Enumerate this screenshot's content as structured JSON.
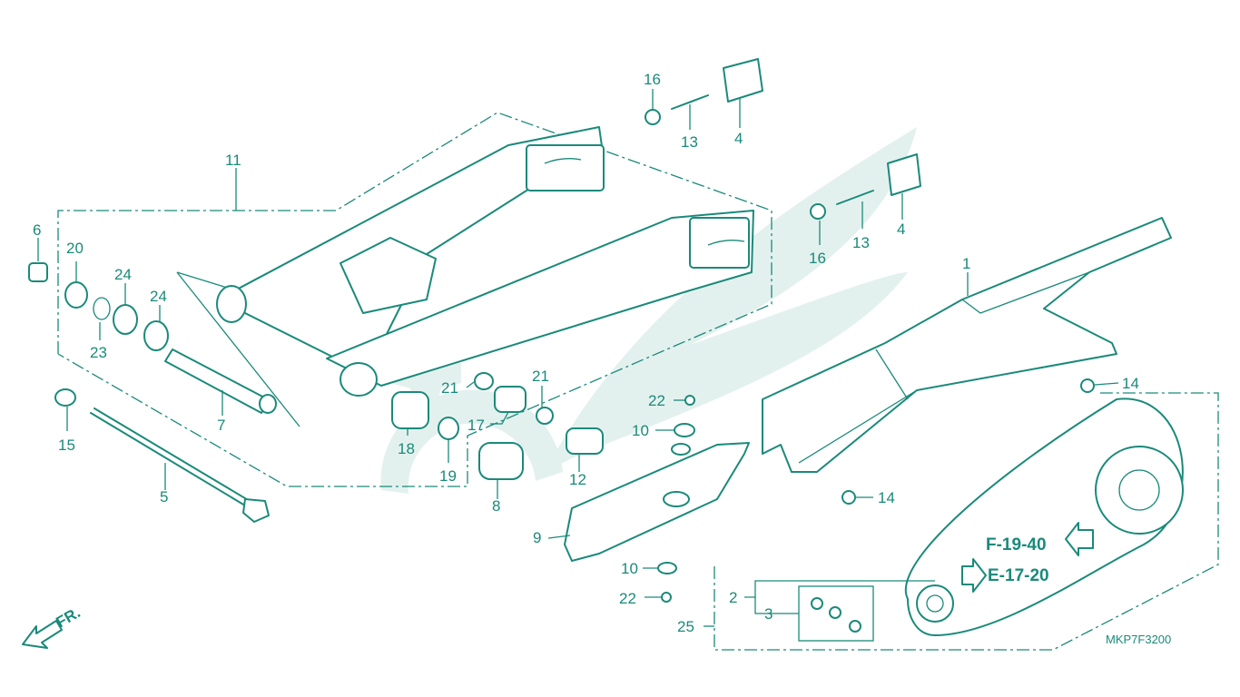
{
  "colors": {
    "line": "#1a8a7a",
    "watermark": "#e3f1ee",
    "background": "#ffffff"
  },
  "callouts": {
    "c1": "1",
    "c2": "2",
    "c3": "3",
    "c4a": "4",
    "c4b": "4",
    "c5": "5",
    "c6": "6",
    "c7": "7",
    "c8": "8",
    "c9": "9",
    "c10a": "10",
    "c10b": "10",
    "c11": "11",
    "c12": "12",
    "c13a": "13",
    "c13b": "13",
    "c14a": "14",
    "c14b": "14",
    "c15": "15",
    "c16a": "16",
    "c16b": "16",
    "c17": "17",
    "c18": "18",
    "c19": "19",
    "c20": "20",
    "c21a": "21",
    "c21b": "21",
    "c22a": "22",
    "c22b": "22",
    "c23": "23",
    "c24a": "24",
    "c24b": "24",
    "c25": "25"
  },
  "references": {
    "final_drive": "F-19-40",
    "engine_sprocket": "E-17-20"
  },
  "direction_label": "FR.",
  "diagram_code": "MKP7F3200"
}
